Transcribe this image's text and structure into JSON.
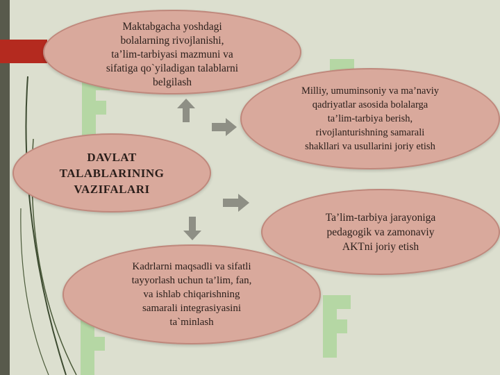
{
  "center": {
    "text": "DAVLAT\nTALABLARINING\nVAZIFALARI"
  },
  "tasks": {
    "top": "Maktabgacha yoshdagi\nbolalarning rivojlanishi,\nta’lim-tarbiyasi mazmuni va\nsifatiga qo`yiladigan talablarni\nbelgilash",
    "right": "Milliy, umuminsoniy va ma’naviy\nqadriyatlar asosida bolalarga\nta’lim-tarbiya berish,\nrivojlanturishning samarali\nshakllari va usullarini joriy etish",
    "mid_right": "Ta’lim-tarbiya jarayoniga\npedagogik va zamonaviy\nAKTni joriy etish",
    "bottom": "Kadrlarni maqsadli va sifatli\ntayyorlash uchun ta’lim, fan,\nva ishlab chiqarishning\nsamarali integrasiyasini\nta`minlash"
  },
  "colors": {
    "background": "#dcdfcf",
    "oval_fill": "#d9a99c",
    "arrow_fill": "#8e8f85",
    "accent_red": "#b42a1f",
    "watermark": "#8fd07a"
  },
  "icons": {
    "arrows": [
      "arrow-up-icon",
      "arrow-right-icon",
      "arrow-right-icon",
      "arrow-down-icon"
    ],
    "watermarks": [
      "watermark-logo-icon"
    ]
  }
}
